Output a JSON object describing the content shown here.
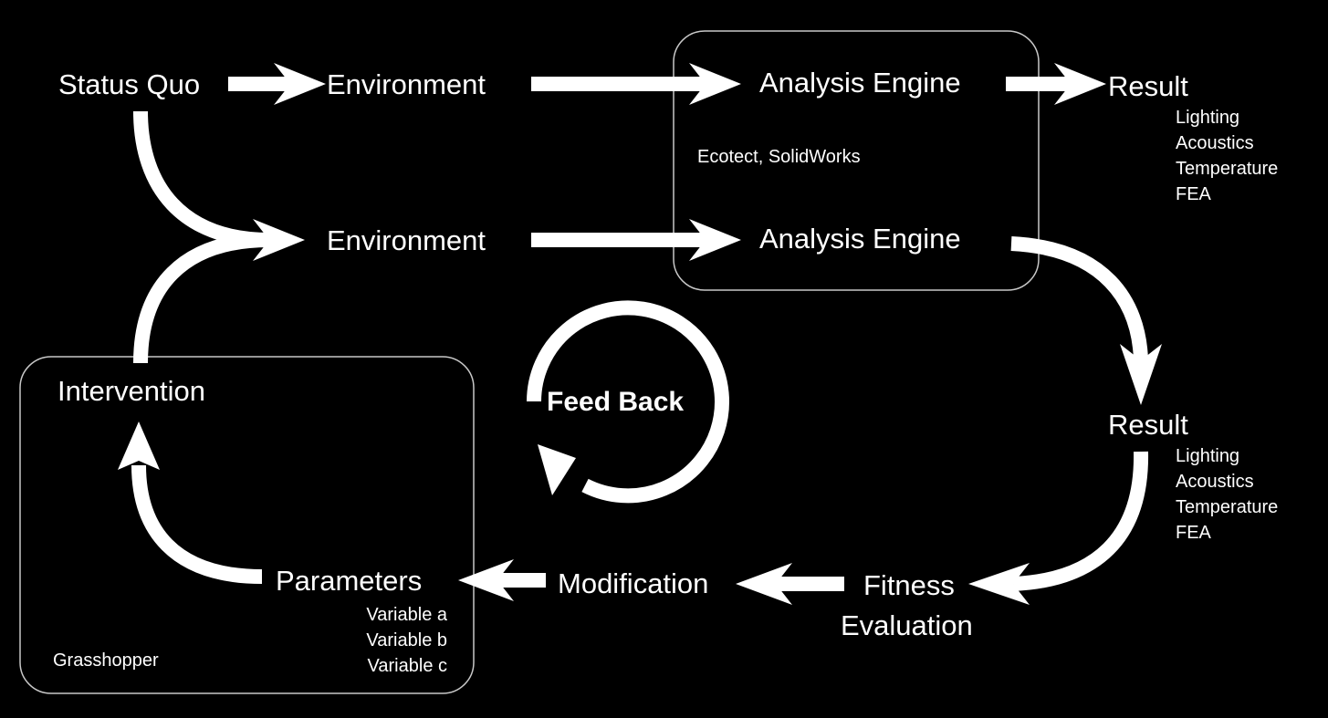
{
  "status_quo": "Status Quo",
  "environment_top": "Environment",
  "environment_mid": "Environment",
  "analysis_top": "Analysis Engine",
  "analysis_mid": "Analysis Engine",
  "analysis_tools": "Ecotect, SolidWorks",
  "result_top": {
    "title": "Result",
    "items": [
      "Lighting",
      "Acoustics",
      "Temperature",
      "FEA"
    ]
  },
  "result_mid": {
    "title": "Result",
    "items": [
      "Lighting",
      "Acoustics",
      "Temperature",
      "FEA"
    ]
  },
  "fitness_evaluation": [
    "Fitness",
    "Evaluation"
  ],
  "modification": "Modification",
  "parameters": {
    "title": "Parameters",
    "items": [
      "Variable a",
      "Variable b",
      "Variable c"
    ]
  },
  "intervention": "Intervention",
  "grasshopper": "Grasshopper",
  "feed_back": "Feed Back",
  "colors": {
    "background": "#000000",
    "foreground": "#ffffff",
    "box_border": "#c8c8c8"
  }
}
